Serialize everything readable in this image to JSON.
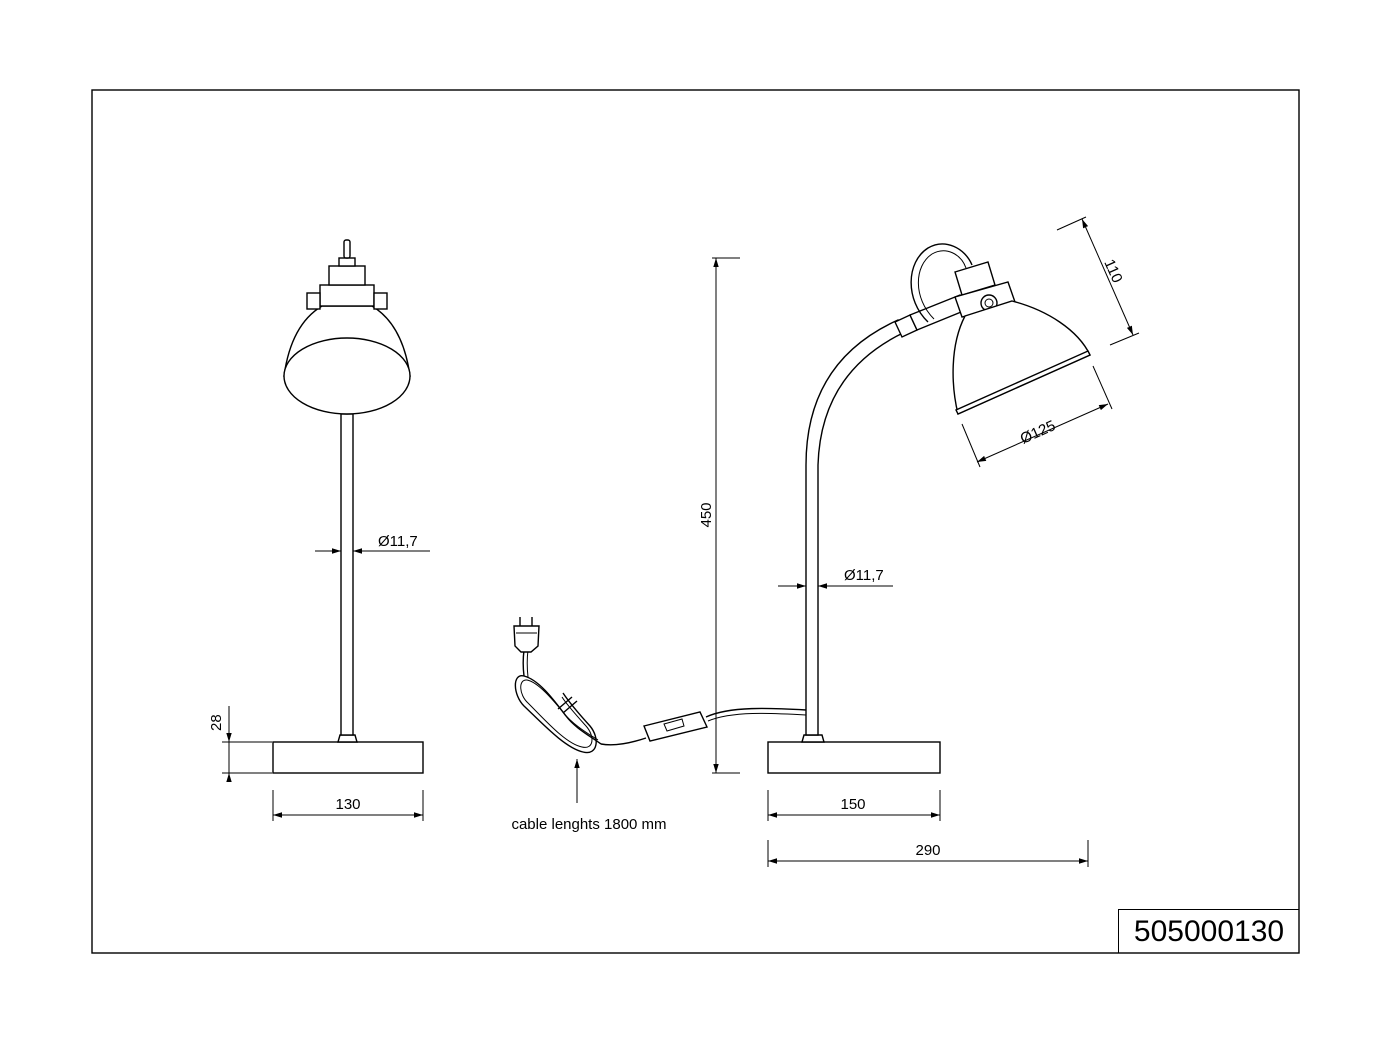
{
  "drawing": {
    "product_code": "505000130",
    "dimensions": {
      "front_rod_diameter": "Ø11,7",
      "side_rod_diameter": "Ø11,7",
      "base_height": "28",
      "front_base_width": "130",
      "side_base_width": "150",
      "total_height": "450",
      "total_depth": "290",
      "shade_height": "110",
      "shade_diameter": "Ø125"
    },
    "cable_note": "cable lenghts 1800 mm"
  }
}
